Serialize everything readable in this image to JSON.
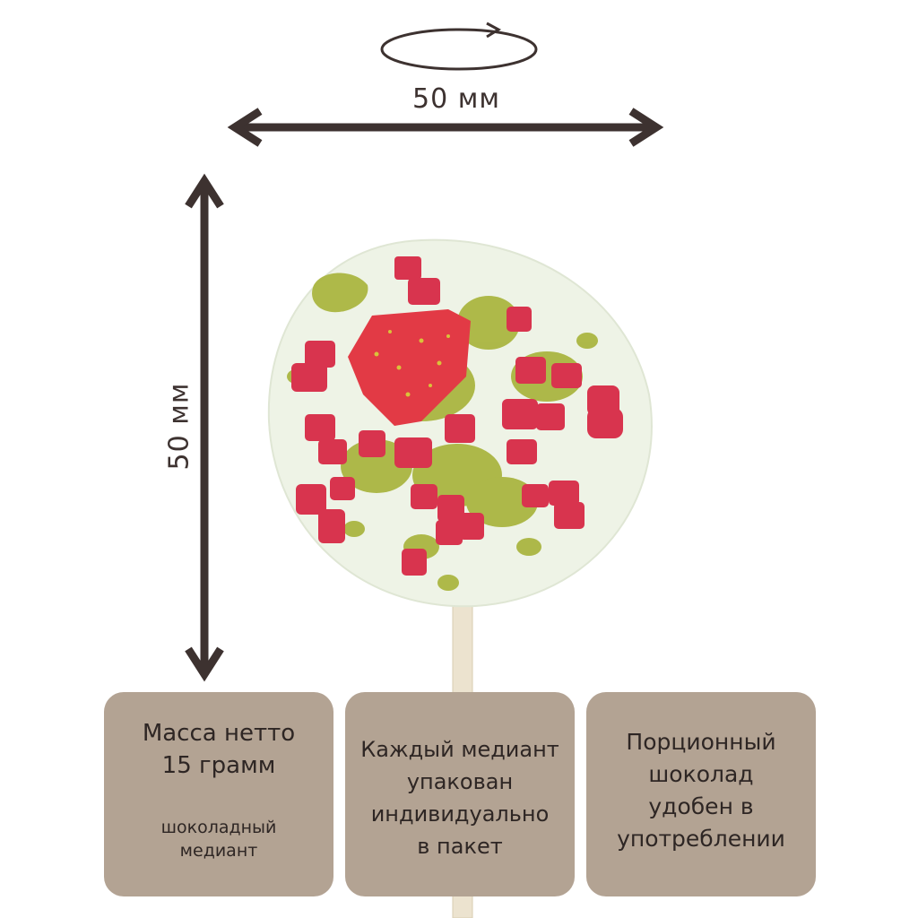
{
  "dimensions": {
    "width_label": "50 мм",
    "height_label": "50 мм"
  },
  "cards": [
    {
      "lines": [
        "Масса нетто",
        "15 грамм"
      ],
      "sub_lines": [
        "шоколадный",
        "медиант"
      ]
    },
    {
      "lines": [
        "Каждый медиант",
        "упакован",
        "индивидуально",
        "в пакет"
      ]
    },
    {
      "lines": [
        "Порционный",
        "шоколад",
        "удобен в",
        "употреблении"
      ]
    }
  ],
  "colors": {
    "arrow": "#3d3230",
    "card_bg": "#b3a393",
    "chocolate": "#eef3e6",
    "pistachio": "#a8b43c",
    "berry": "#d8344e",
    "stick": "#ece3cf"
  }
}
